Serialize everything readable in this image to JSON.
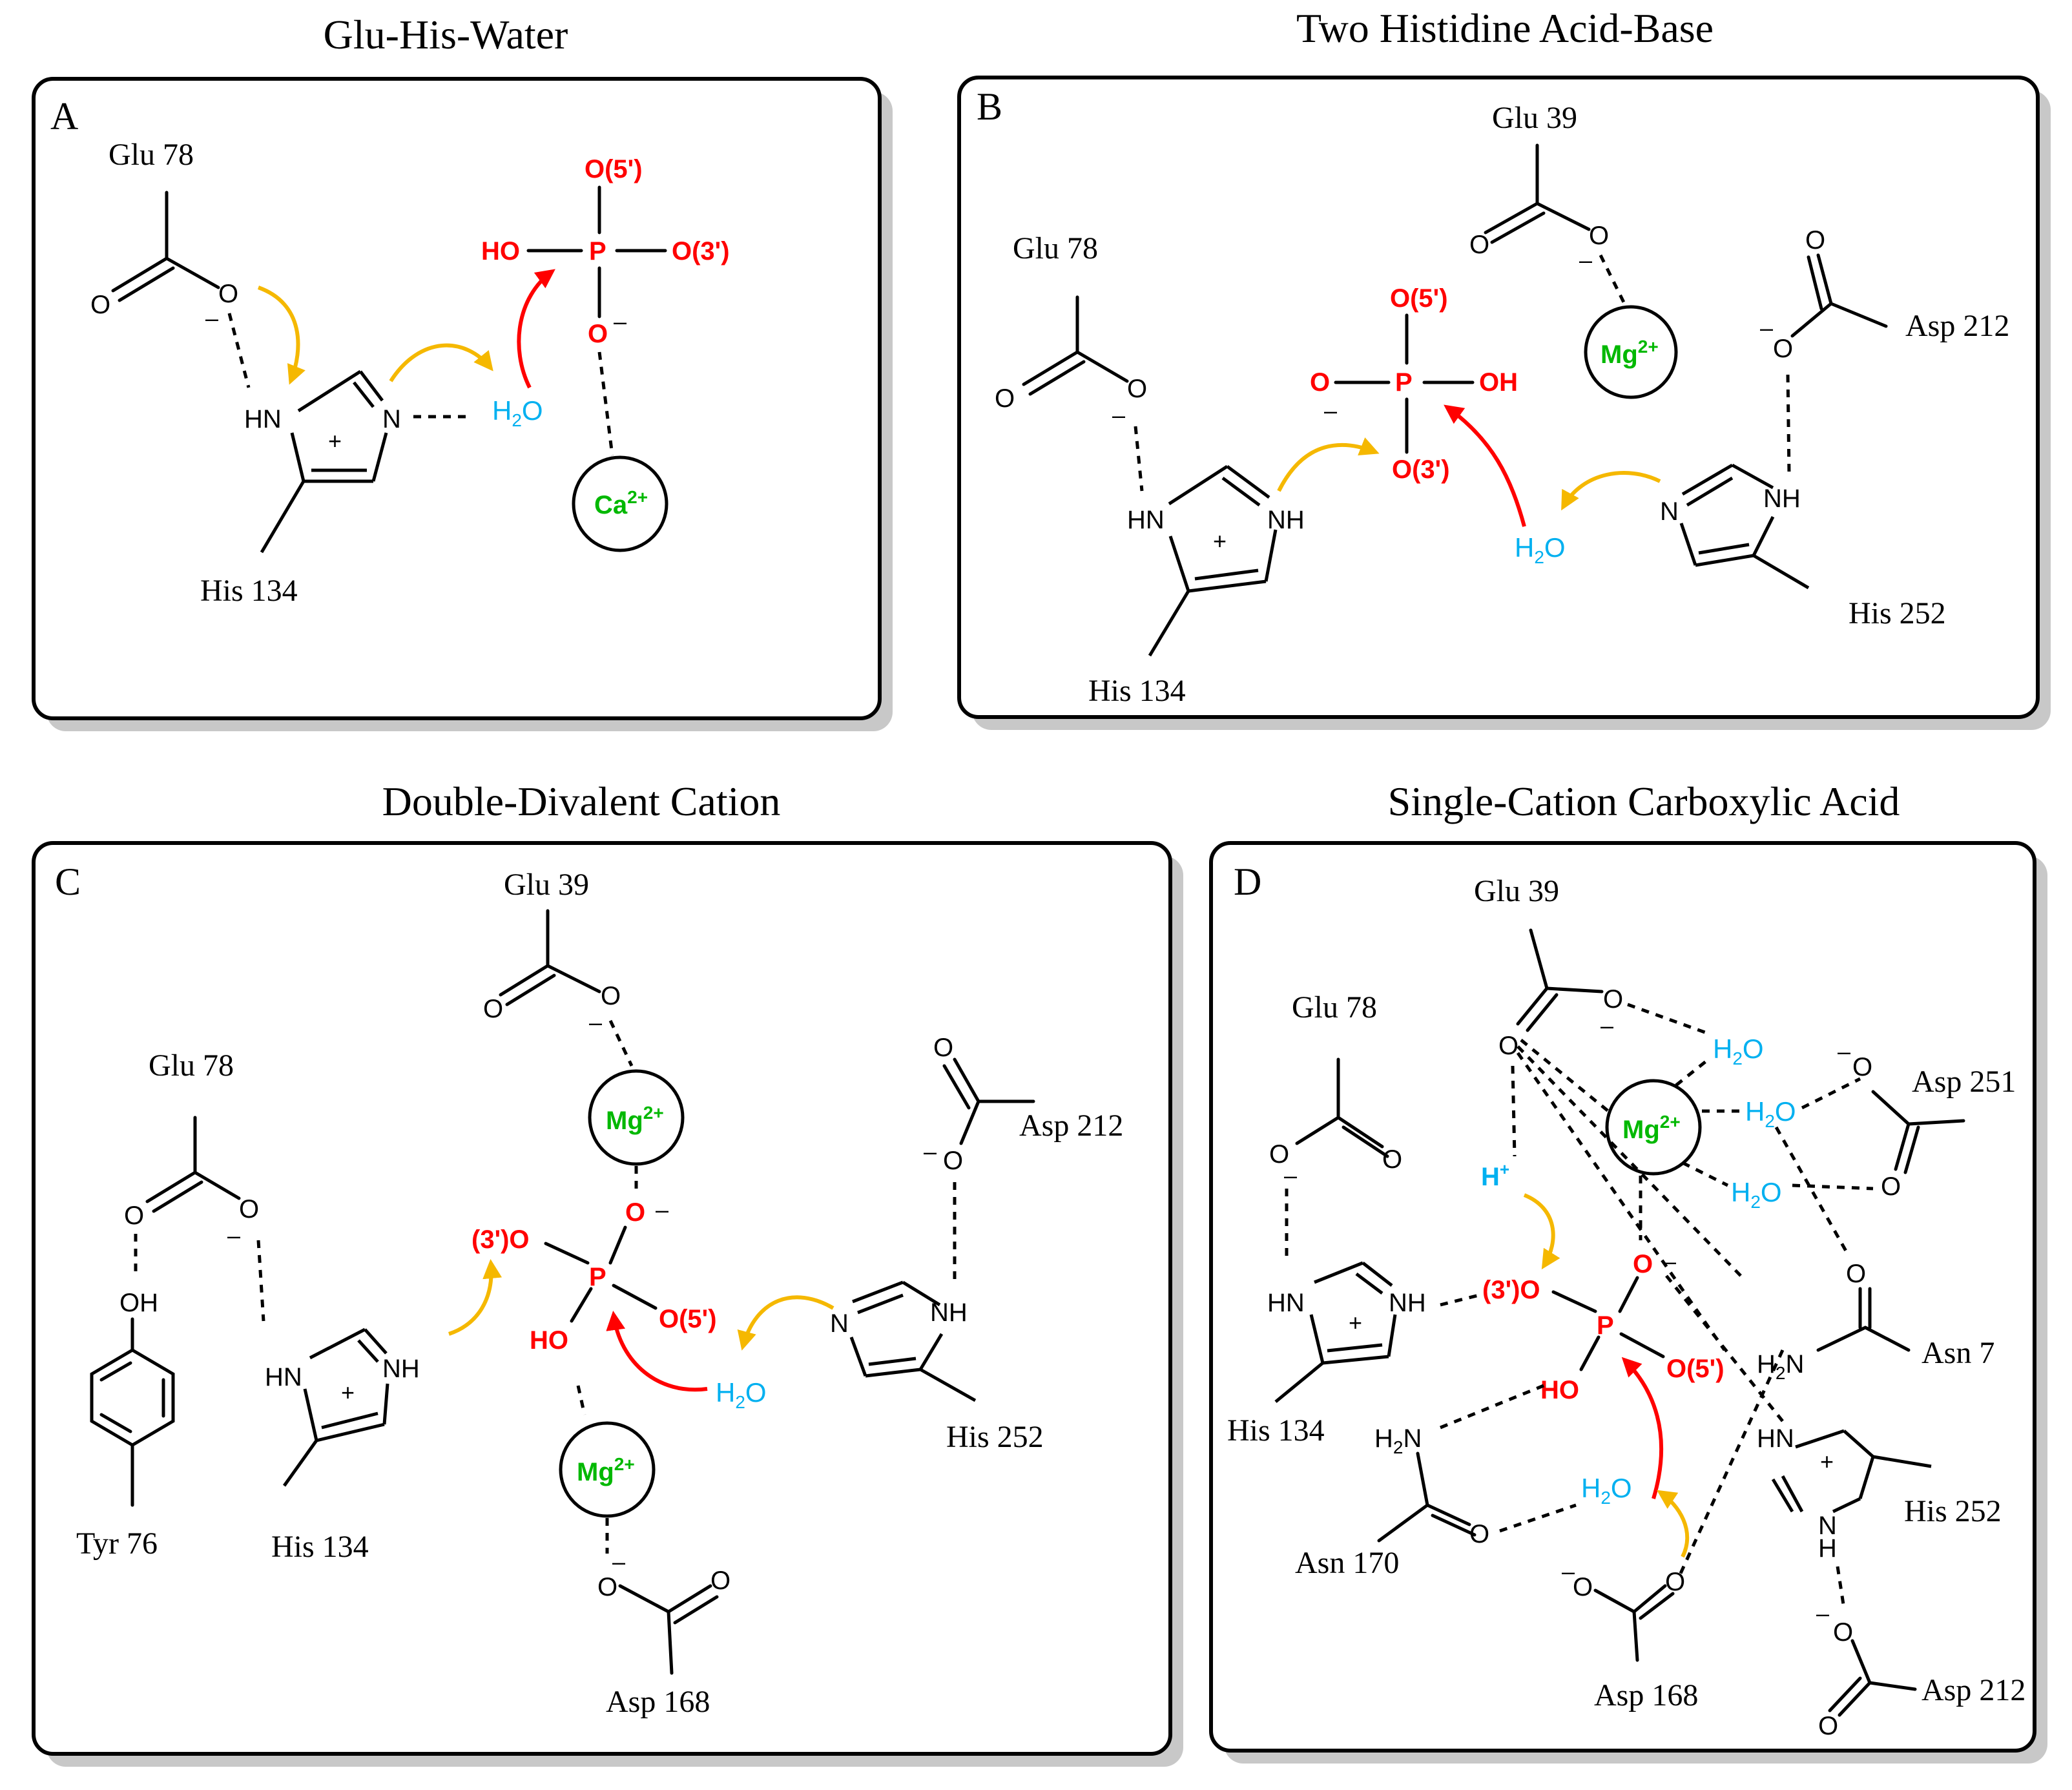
{
  "panels": {
    "A": {
      "letter": "A",
      "title": "Glu-His-Water",
      "residues": [
        "Glu 78",
        "His 134"
      ],
      "metal": {
        "symbol": "Ca",
        "charge": "2+"
      },
      "phosphate": {
        "top": "O(5')",
        "left": "HO",
        "right": "O(3')",
        "bottom": "O",
        "center": "P"
      },
      "water": "H2O"
    },
    "B": {
      "letter": "B",
      "title": "Two Histidine Acid-Base",
      "residues": [
        "Glu 39",
        "Glu 78",
        "Asp 212",
        "His 134",
        "His 252"
      ],
      "metal": {
        "symbol": "Mg",
        "charge": "2+"
      },
      "phosphate": {
        "top": "O(5')",
        "left": "O",
        "right": "OH",
        "bottom": "O(3')",
        "center": "P"
      },
      "water": "H2O"
    },
    "C": {
      "letter": "C",
      "title": "Double-Divalent Cation",
      "residues": [
        "Glu 39",
        "Glu 78",
        "Asp 212",
        "Tyr 76",
        "His 134",
        "His 252",
        "Asp 168"
      ],
      "metal": {
        "symbol": "Mg",
        "charge": "2+"
      },
      "phosphate": {
        "left": "(3')O",
        "right": "O(5')",
        "bottom": "HO",
        "top": "O",
        "center": "P"
      },
      "water": "H2O"
    },
    "D": {
      "letter": "D",
      "title": "Single-Cation Carboxylic Acid",
      "residues": [
        "Glu 39",
        "Glu 78",
        "Asp 251",
        "Asn 7",
        "His 134",
        "Asn 170",
        "His 252",
        "Asp 168",
        "Asp 212"
      ],
      "metal": {
        "symbol": "Mg",
        "charge": "2+"
      },
      "phosphate": {
        "left": "(3')O",
        "right": "O(5')",
        "bottom": "HO",
        "top": "O",
        "center": "P"
      },
      "water": "H2O",
      "proton": "H"
    }
  },
  "atoms": {
    "O": "O",
    "N": "N",
    "H": "H",
    "HN": "HN",
    "NH": "NH",
    "OH": "OH",
    "H2N": "H2N",
    "P": "P"
  },
  "charges": {
    "plus": "+",
    "minus": "–",
    "superplus": "+"
  },
  "colors": {
    "phosphate": "#ff0000",
    "water": "#00b0f0",
    "metal": "#00b800",
    "nucleophile_arrow": "#f5b800",
    "attack_arrow": "#ff0000"
  }
}
